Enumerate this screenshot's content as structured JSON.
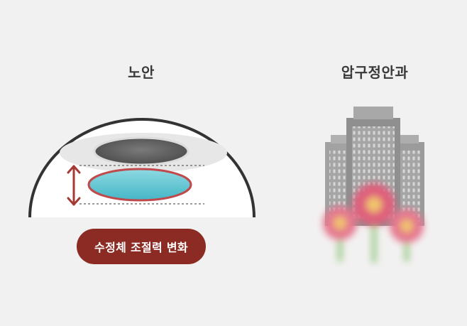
{
  "left_panel": {
    "title": "노안",
    "badge_label": "수정체 조절력 변화"
  },
  "right_panel": {
    "title": "압구정안과"
  },
  "colors": {
    "background": "#f2f1f1",
    "badge": "#8b2b23",
    "lens_fill": "#5ec6d3",
    "lens_outline": "#c0494b",
    "arrow": "#a43a36",
    "eye_outline": "#333333",
    "building": "#8f8f8f",
    "flower": "#e36a86"
  },
  "icons": {
    "eye": "eye-cross-section-icon",
    "arrow": "double-arrow-vertical-icon",
    "building": "office-building-icon",
    "flowers": "blurred-flowers-icon"
  }
}
